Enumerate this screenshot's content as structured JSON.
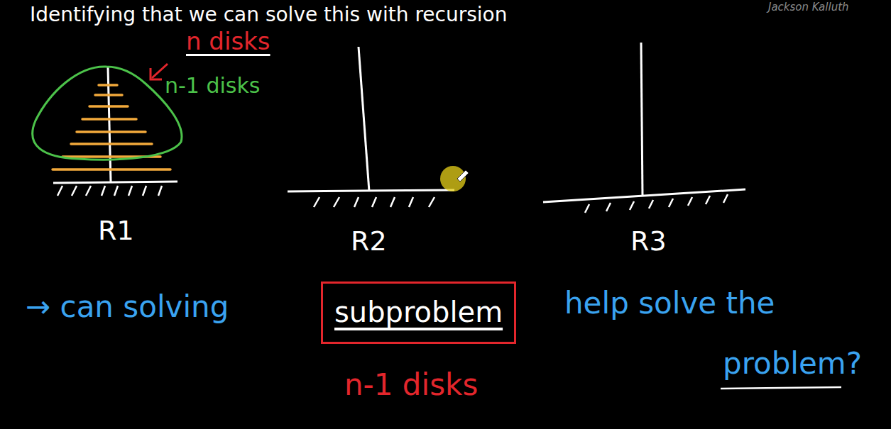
{
  "diagram": {
    "title": "Identifying that we can solve this with recursion",
    "nodes": [
      {
        "text": [
          "subproblem"
        ]
      }
    ],
    "labels": [
      "Jackson Kalluth",
      "n disks",
      "n-1 disks",
      "R1",
      "R2",
      "R3",
      "→ can solving",
      "help solve the",
      "problem?",
      "n-1 disks"
    ]
  }
}
